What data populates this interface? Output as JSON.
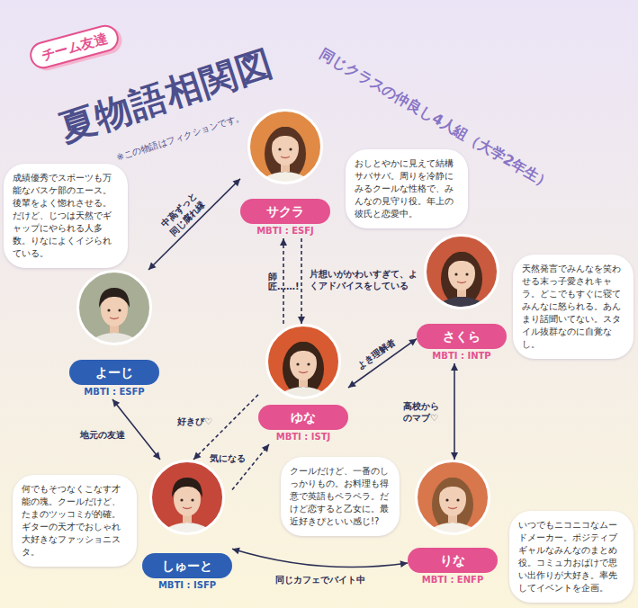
{
  "diagram": {
    "title": "夏物語相関図",
    "nodes": [
      {
        "text": [
          "チーム友達"
        ]
      },
      {
        "text": [
          "サクラ",
          "MBTI : ESFJ"
        ]
      },
      {
        "text": [
          "おしとやかに見えて結構サバサバ。周りを冷静にみるクールな性格で、みんなの見守り役。年上の彼氏と恋愛中。"
        ]
      },
      {
        "text": [
          "よーじ",
          "MBTI : ESFP"
        ]
      },
      {
        "text": [
          "成績優秀でスポーツも万能なバスケ部のエース。後輩をよく惚れさせる。だけど、じつは天然でギャップにやられる人多数。りなによくイジられている。"
        ]
      },
      {
        "text": [
          "さくら",
          "MBTI : INTP"
        ]
      },
      {
        "text": [
          "天然発言でみんなを笑わせる末っ子愛されキャラ。どこでもすぐに寝てみんなに怒られる。あんまり話聞いてない。スタイル抜群なのに自覚なし。"
        ]
      },
      {
        "text": [
          "ゆな",
          "MBTI : ISTJ"
        ]
      },
      {
        "text": [
          "クールだけど、一番のしっかりもの。お料理も得意で英語もペラペラ。だけど恋すると乙女に。最近好きぴといい感じ!?"
        ]
      },
      {
        "text": [
          "しゅーと",
          "MBTI : ISFP"
        ]
      },
      {
        "text": [
          "何でもそつなくこなす才能の塊。クールだけど、たまのツッコミが的確。ギターの天才でおしゃれ大好きなファッショニスタ。"
        ]
      },
      {
        "text": [
          "りな",
          "MBTI : ENFP"
        ]
      },
      {
        "text": [
          "いつでもニコニコなムードメーカー。ポジティブギャルなみんなのまとめ役。コミュ力おばけで思い出作りが大好き。率先してイベントを企画。"
        ]
      }
    ],
    "edges": [
      {
        "from": 1,
        "to": 3,
        "arrow": "both",
        "label": "中高ずっと同じ腐れ縁"
      },
      {
        "from": 7,
        "to": 1,
        "arrow": "to",
        "label": "師匠……!"
      },
      {
        "from": 1,
        "to": 7,
        "arrow": "to",
        "label": "片想いがかわいすぎて、よくアドバイスをしている"
      },
      {
        "from": 7,
        "to": 5,
        "arrow": "both",
        "label": "よき理解者"
      },
      {
        "from": 5,
        "to": 11,
        "arrow": "both",
        "label": "高校からのマブ♡"
      },
      {
        "from": 3,
        "to": 9,
        "arrow": "both",
        "label": "地元の友達"
      },
      {
        "from": 7,
        "to": 9,
        "arrow": "to",
        "label": "好きぴ♡"
      },
      {
        "from": 9,
        "to": 7,
        "arrow": "to",
        "label": "気になる"
      },
      {
        "from": 9,
        "to": 11,
        "arrow": "both",
        "label": "同じカフェでバイト中"
      }
    ],
    "labels": [
      "※この物語はフィクションです。",
      "同じクラスの仲良し4人組（大学2年生）"
    ]
  }
}
